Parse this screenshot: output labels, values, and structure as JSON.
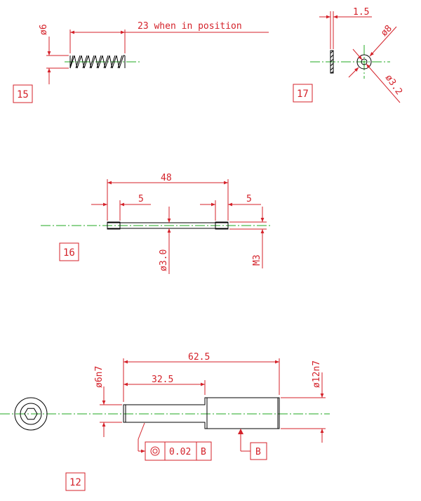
{
  "parts": {
    "p15": {
      "id": "15",
      "dia": "ø6",
      "len": "23 when in position"
    },
    "p17": {
      "id": "17",
      "thick": "1.5",
      "od": "ø8",
      "id_dia": "ø3.2"
    },
    "p16": {
      "id": "16",
      "len": "48",
      "end_l": "5",
      "end_r": "5",
      "dia": "ø3.0",
      "thread": "M3"
    },
    "p12": {
      "id": "12",
      "total": "62.5",
      "step": "32.5",
      "small_d": "ø6n7",
      "big_d": "ø12n7",
      "fcf": {
        "tol": "0.02",
        "ref": "B"
      },
      "datum": "B"
    }
  },
  "colors": {
    "dimension": "#d4222a",
    "object": "#000000",
    "centerline": "#22aa22"
  }
}
